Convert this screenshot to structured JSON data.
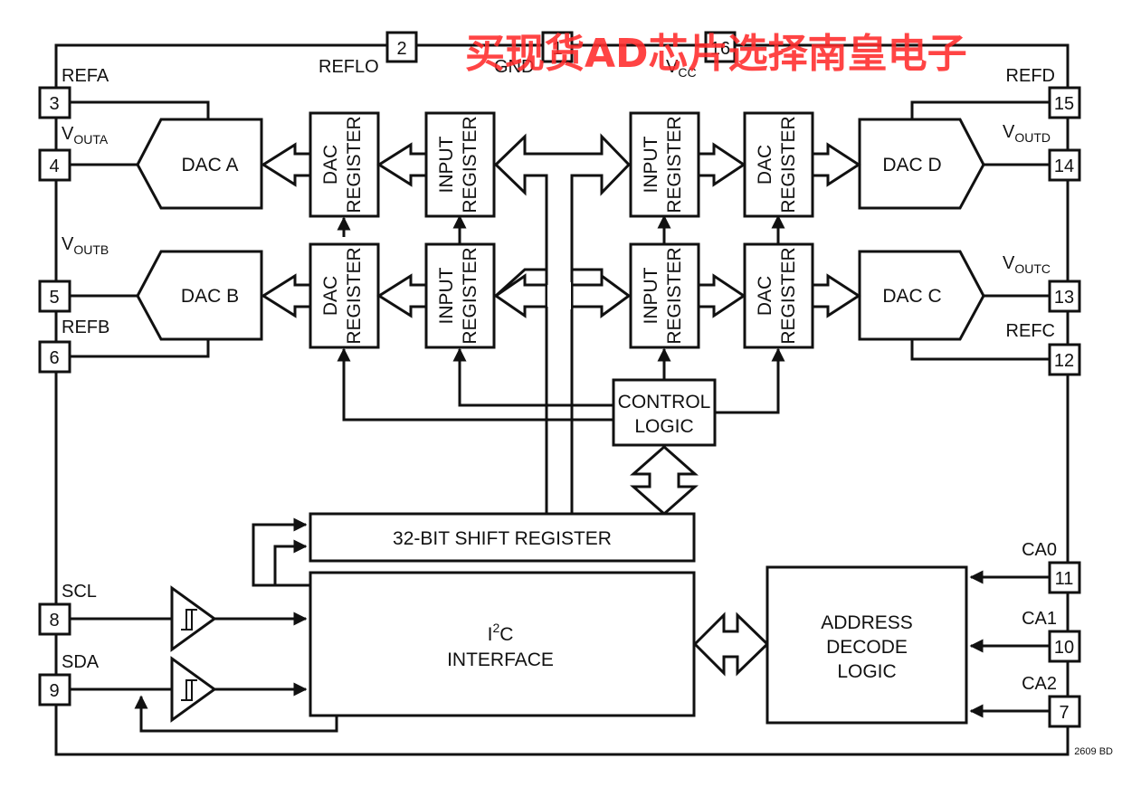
{
  "title_code": "2609 BD",
  "watermark": "买现货AD芯片选择南皇电子",
  "colors": {
    "watermark": "#ff2a2a",
    "line": "#111111",
    "background": "#ffffff"
  },
  "pins": {
    "p1": "1",
    "p2": "2",
    "p3": "3",
    "p4": "4",
    "p5": "5",
    "p6": "6",
    "p7": "7",
    "p8": "8",
    "p9": "9",
    "p10": "10",
    "p11": "11",
    "p12": "12",
    "p13": "13",
    "p14": "14",
    "p15": "15",
    "p16": "16"
  },
  "pin_labels": {
    "reflo": "REFLO",
    "gnd": "GND",
    "vcc_main": "V",
    "vcc_sub": "CC",
    "refa": "REFA",
    "refb": "REFB",
    "refc": "REFC",
    "refd": "REFD",
    "v_main": "V",
    "vouta_sub": "OUTA",
    "voutb_sub": "OUTB",
    "voutc_sub": "OUTC",
    "voutd_sub": "OUTD",
    "scl": "SCL",
    "sda": "SDA",
    "ca0": "CA0",
    "ca1": "CA1",
    "ca2": "CA2"
  },
  "blocks": {
    "dac_a": "DAC A",
    "dac_b": "DAC B",
    "dac_c": "DAC C",
    "dac_d": "DAC D",
    "dac_reg_l1": "DAC",
    "dac_reg_l2": "REGISTER",
    "input_reg_l1": "INPUT",
    "input_reg_l2": "REGISTER",
    "control_l1": "CONTROL",
    "control_l2": "LOGIC",
    "shift_register": "32-BIT SHIFT REGISTER",
    "i2c_i": "I",
    "i2c_sup": "2",
    "i2c_c": "C",
    "i2c_l2": "INTERFACE",
    "addr_l1": "ADDRESS",
    "addr_l2": "DECODE",
    "addr_l3": "LOGIC"
  }
}
